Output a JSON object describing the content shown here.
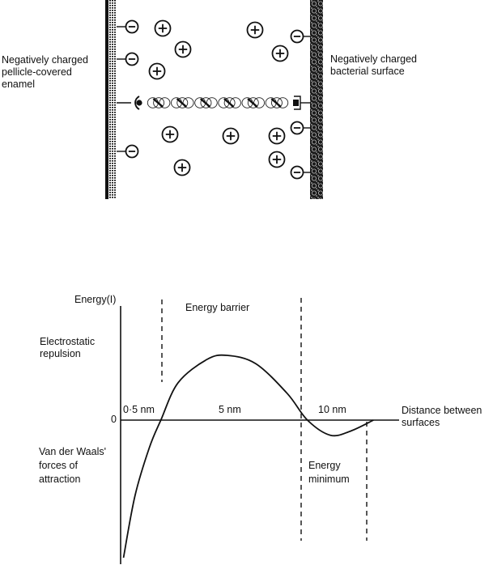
{
  "top_panel": {
    "left_surface_label": [
      "Negatively charged",
      "pellicle-covered",
      "enamel"
    ],
    "right_surface_label": [
      "Negatively charged",
      "bacterial surface"
    ],
    "left_surface": "enamel",
    "right_surface": "bacterial surface",
    "positive_ion_count": 10,
    "negative_charges_left": 3,
    "negative_charges_right": 3,
    "bridge": "adhesin-receptor polymer chain",
    "ion_symbols": {
      "positive": "+",
      "negative": "−"
    }
  },
  "graph": {
    "y_axis_label": "Energy(I)",
    "x_axis_label": [
      "Distance between",
      "surfaces"
    ],
    "zero_label": "0",
    "region_labels": {
      "electrostatic": [
        "Electrostatic",
        "repulsion"
      ],
      "van_der_waals": [
        "Van der Waals'",
        "forces of",
        "attraction"
      ],
      "energy_barrier": "Energy barrier",
      "energy_minimum": [
        "Energy",
        "minimum"
      ]
    },
    "distance_marks": [
      "0·5 nm",
      "5 nm",
      "10 nm"
    ]
  },
  "chart_data": {
    "type": "line",
    "title": "",
    "xlabel": "Distance between surfaces",
    "ylabel": "Energy(I)",
    "x_tick_labels": [
      "0·5 nm",
      "5 nm",
      "10 nm"
    ],
    "annotations": [
      "Electrostatic repulsion",
      "Van der Waals' forces of attraction",
      "Energy barrier",
      "Energy minimum"
    ],
    "series": [
      {
        "name": "Interaction energy",
        "points_relative": [
          [
            0.01,
            -1.0
          ],
          [
            0.05,
            -0.55
          ],
          [
            0.1,
            -0.2
          ],
          [
            0.14,
            0.0
          ],
          [
            0.2,
            0.45
          ],
          [
            0.3,
            0.73
          ],
          [
            0.37,
            0.78
          ],
          [
            0.47,
            0.68
          ],
          [
            0.58,
            0.32
          ],
          [
            0.65,
            0.0
          ],
          [
            0.73,
            -0.11
          ],
          [
            0.8,
            -0.08
          ],
          [
            0.88,
            0.0
          ]
        ]
      }
    ],
    "regions": [
      {
        "label": "Energy barrier",
        "x_range_relative": [
          0.15,
          0.65
        ]
      },
      {
        "label": "Energy minimum",
        "x_range_relative": [
          0.65,
          0.88
        ]
      }
    ],
    "grid": false
  }
}
